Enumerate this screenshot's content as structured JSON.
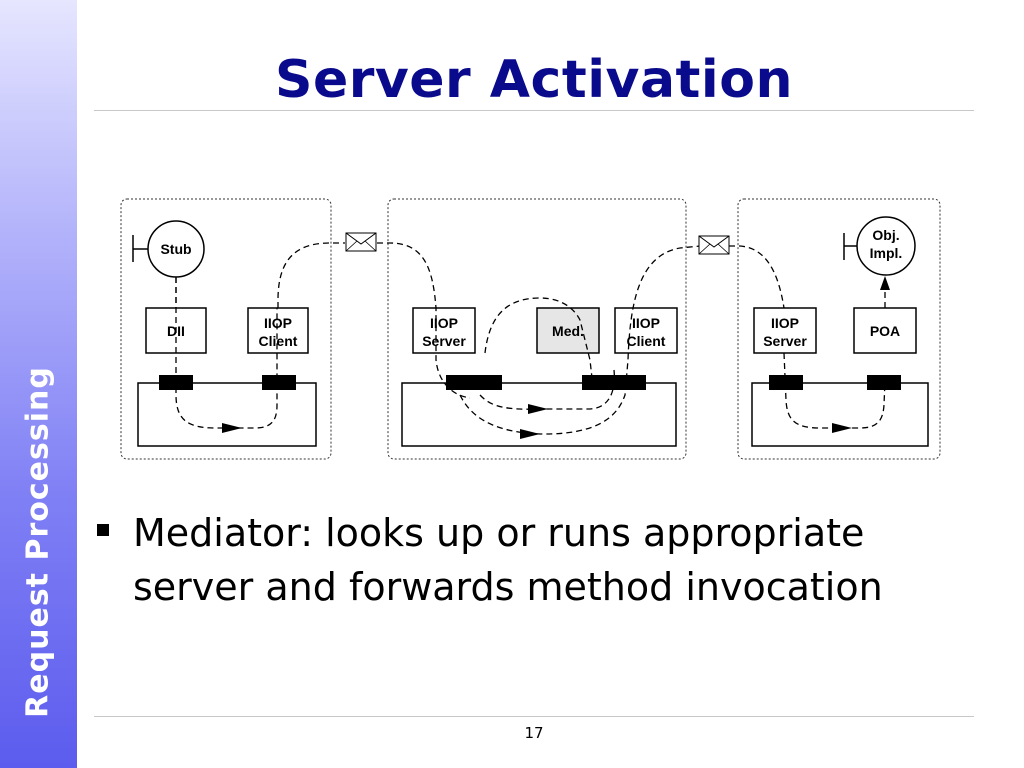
{
  "slide": {
    "title": "Server Activation",
    "sidebar_label": "Request Processing",
    "bullet": "Mediator: looks up or runs appropriate server and forwards method invocation",
    "page_number": "17"
  },
  "diagram": {
    "labels": {
      "stub": "Stub",
      "dii": "DII",
      "iiop_client_1": "IIOP",
      "iiop_client_2": "Client",
      "iiop_server_1": "IIOP",
      "iiop_server_2": "Server",
      "mediator": "Med.",
      "obj_impl_1": "Obj.",
      "obj_impl_2": "Impl.",
      "poa": "POA"
    }
  }
}
